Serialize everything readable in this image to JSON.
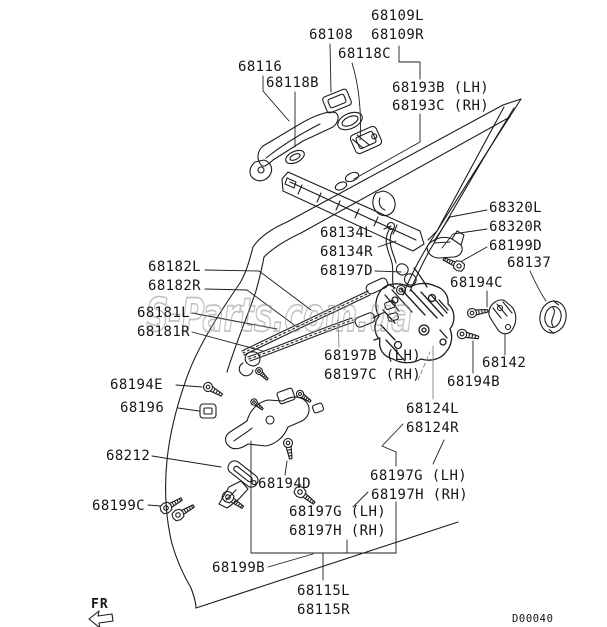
{
  "diagram": {
    "watermark": "S-Parts.com.ua",
    "drawing_code": "D00040",
    "direction_label": "FR"
  },
  "colors": {
    "line": "#1c1c1c",
    "leader_gray": "#8f8f8f",
    "watermark_gray": "#8f8f8f",
    "background": "#ffffff"
  },
  "labels": {
    "p68109L": "68109L",
    "p68108": "68108",
    "p68109R": "68109R",
    "p68118C": "68118C",
    "p68116": "68116",
    "p68118B": "68118B",
    "p68193B": "68193B (LH)",
    "p68193C": "68193C (RH)",
    "p68320L": "68320L",
    "p68320R": "68320R",
    "p68199D": "68199D",
    "p68137": "68137",
    "p68134L": "68134L",
    "p68134R": "68134R",
    "p68197D": "68197D",
    "p68194C": "68194C",
    "p68182L": "68182L",
    "p68182R": "68182R",
    "p68181L": "68181L",
    "p68181R": "68181R",
    "p68197B": "68197B (LH)",
    "p68197C": "68197C (RH)",
    "p68142": "68142",
    "p68194B": "68194B",
    "p68124L": "68124L",
    "p68124R": "68124R",
    "p68194E": "68194E",
    "p68196": "68196",
    "p68212": "68212",
    "p68194D": "68194D",
    "p68199C": "68199C",
    "p68197G_right": "68197G (LH)",
    "p68197H_right": "68197H (RH)",
    "p68197G_center": "68197G (LH)",
    "p68197H_center": "68197H (RH)",
    "p68199B": "68199B",
    "p68115L": "68115L",
    "p68115R": "68115R"
  }
}
